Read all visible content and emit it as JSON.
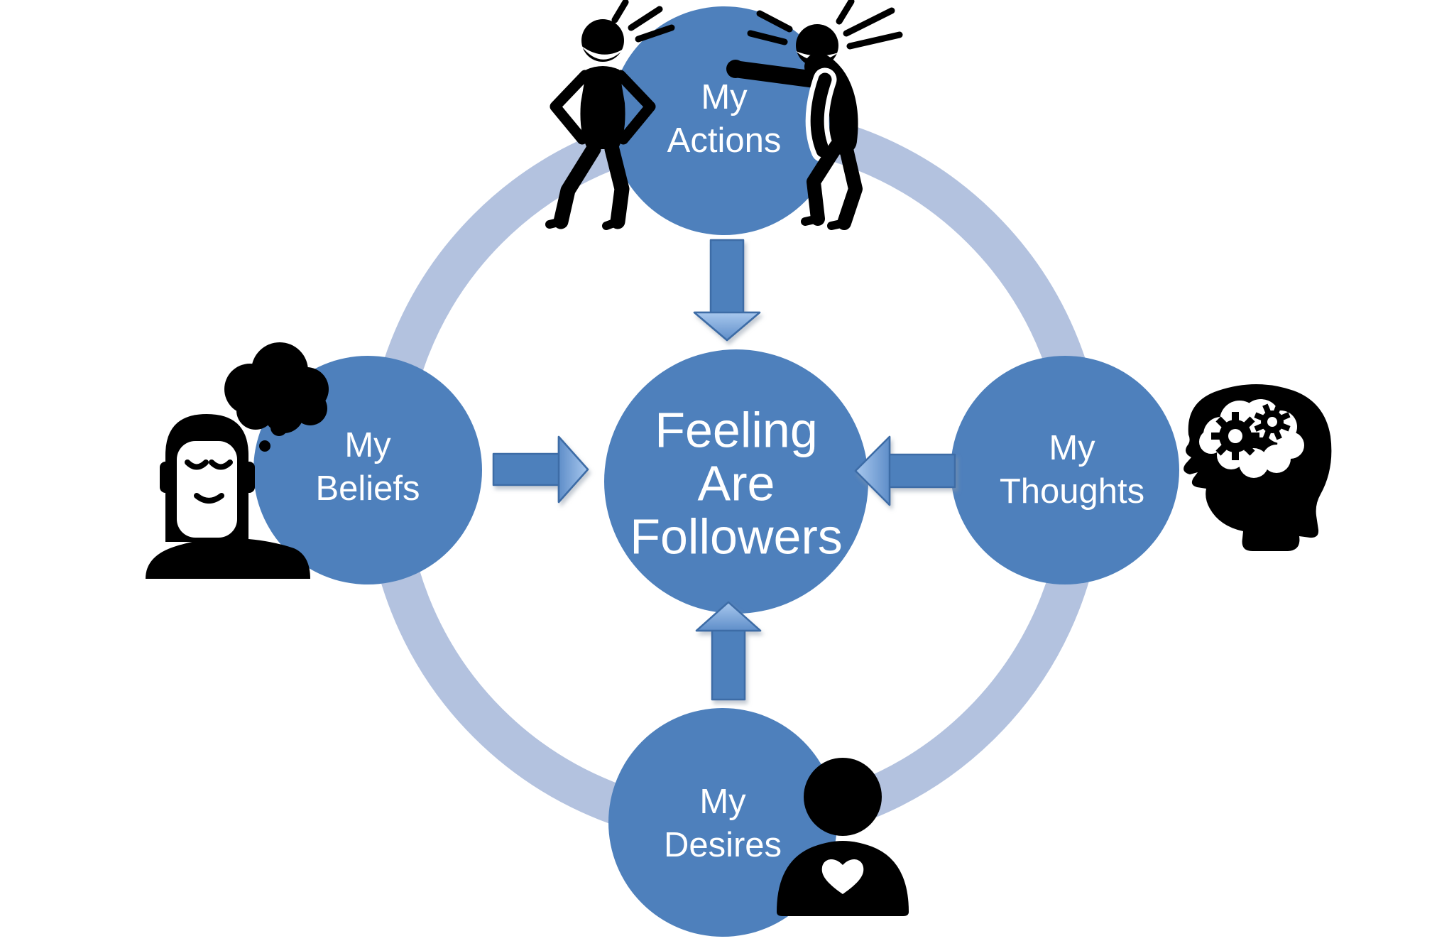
{
  "nodes": {
    "center": {
      "lines": [
        "Feeling",
        "Are",
        "Followers"
      ]
    },
    "top": {
      "lines": [
        "My",
        "Actions"
      ]
    },
    "left": {
      "lines": [
        "My",
        "Beliefs"
      ]
    },
    "right": {
      "lines": [
        "My",
        "Thoughts"
      ]
    },
    "bottom": {
      "lines": [
        "My",
        "Desires"
      ]
    }
  },
  "icons": [
    {
      "name": "arguing-people-icon",
      "attached_to": "My Actions"
    },
    {
      "name": "thinking-person-thought-bubble-icon",
      "attached_to": "My Beliefs"
    },
    {
      "name": "head-with-gears-icon",
      "attached_to": "My Thoughts"
    },
    {
      "name": "person-with-heart-icon",
      "attached_to": "My Desires"
    }
  ],
  "colors": {
    "background": "#ffffff",
    "node_fill": "#4e80bc",
    "ring": "#b3c2df",
    "arrow_fill": "#4e80bc",
    "arrow_stroke": "#3c6ca6",
    "arrow_head_light": "#a8c8ee",
    "arrow_head_dark": "#5f8ec9",
    "label_text": "#ffffff",
    "icon": "#000000"
  }
}
